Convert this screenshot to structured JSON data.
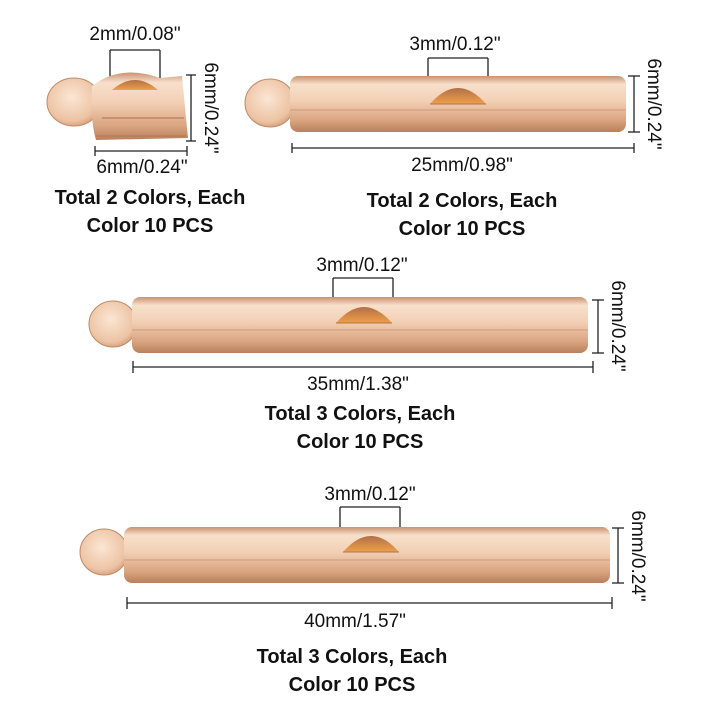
{
  "colors": {
    "gold_light": "#f6d8c2",
    "gold_mid": "#e2b08c",
    "gold_dark": "#b67a55",
    "inner_orange": "#e08a32",
    "dimension_line": "#222222",
    "text": "#111111"
  },
  "products": [
    {
      "id": "6mm",
      "top_dimension": "2mm/0.08\"",
      "side_dimension": "6mm/0.24\"",
      "bottom_dimension": "6mm/0.24\"",
      "caption_line1": "Total 2 Colors, Each",
      "caption_line2": "Color 10 PCS"
    },
    {
      "id": "25mm",
      "top_dimension": "3mm/0.12\"",
      "side_dimension": "6mm/0.24\"",
      "bottom_dimension": "25mm/0.98\"",
      "caption_line1": "Total 2 Colors, Each",
      "caption_line2": "Color 10 PCS"
    },
    {
      "id": "35mm",
      "top_dimension": "3mm/0.12\"",
      "side_dimension": "6mm/0.24\"",
      "bottom_dimension": "35mm/1.38\"",
      "caption_line1": "Total 3 Colors, Each",
      "caption_line2": "Color 10 PCS"
    },
    {
      "id": "40mm",
      "top_dimension": "3mm/0.12\"",
      "side_dimension": "6mm/0.24\"",
      "bottom_dimension": "40mm/1.57\"",
      "caption_line1": "Total 3 Colors, Each",
      "caption_line2": "Color 10 PCS"
    }
  ]
}
